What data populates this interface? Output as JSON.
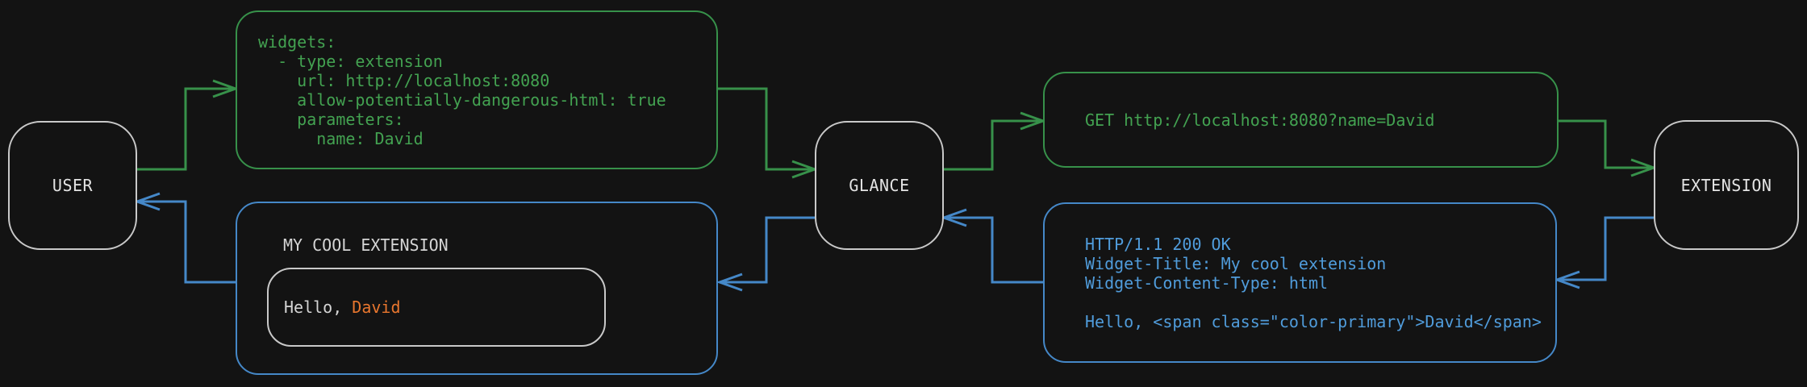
{
  "colors": {
    "background": "#131313",
    "green": "#37914A",
    "green_text": "#43A251",
    "blue": "#4588C8",
    "blue_text": "#509CDB",
    "node_border": "#C9C9C9",
    "node_text": "#E4E4E4",
    "muted_text": "#D5D5D5",
    "orange": "#E8762E"
  },
  "nodes": {
    "user": {
      "label": "USER"
    },
    "glance": {
      "label": "GLANCE"
    },
    "extension": {
      "label": "EXTENSION"
    }
  },
  "config_box": {
    "lines": [
      "widgets:",
      "  - type: extension",
      "    url: http://localhost:8080",
      "    allow-potentially-dangerous-html: true",
      "    parameters:",
      "      name: David"
    ]
  },
  "request_box": {
    "line": "GET http://localhost:8080?name=David"
  },
  "response_box": {
    "lines": [
      "HTTP/1.1 200 OK",
      "Widget-Title: My cool extension",
      "Widget-Content-Type: html",
      "",
      "Hello, <span class=\"color-primary\">David</span>"
    ]
  },
  "widget_box": {
    "title": "MY COOL EXTENSION",
    "greeting_prefix": "Hello, ",
    "greeting_name": "David"
  }
}
